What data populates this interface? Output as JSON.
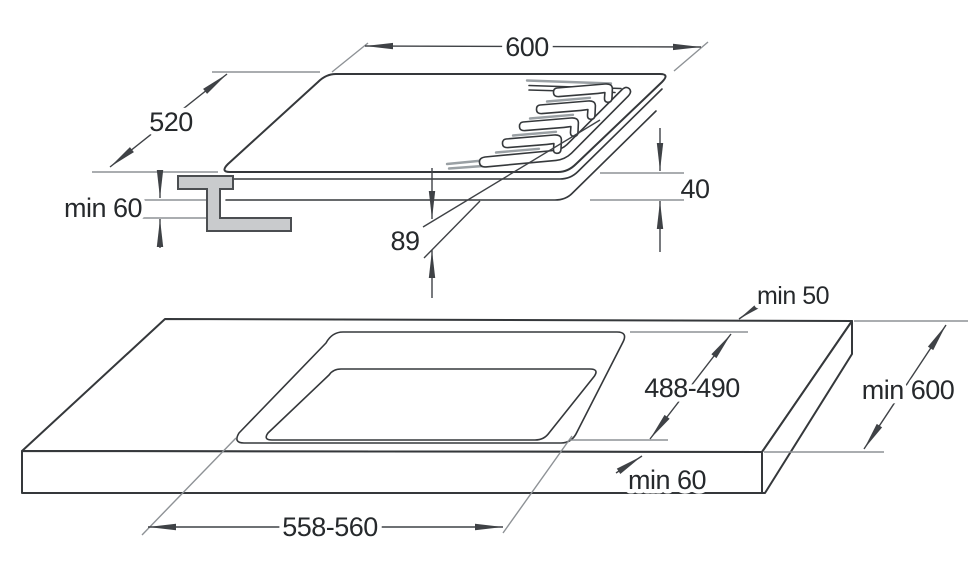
{
  "hob_view": {
    "width_mm": "600",
    "depth_mm": "520",
    "body_height_mm": "40",
    "overall_height_mm": "89",
    "clearance_below": "min 60"
  },
  "worktop_view": {
    "rear_edge_distance": "min 50",
    "cutout_depth": "488-490",
    "worktop_depth": "min 600",
    "front_edge_distance": "min 60",
    "cutout_width": "558-560"
  },
  "colors": {
    "outline": "#35383b",
    "dimension": "#3f4246",
    "extension": "#8e9296",
    "bracket_fill": "#c9cbcd"
  }
}
